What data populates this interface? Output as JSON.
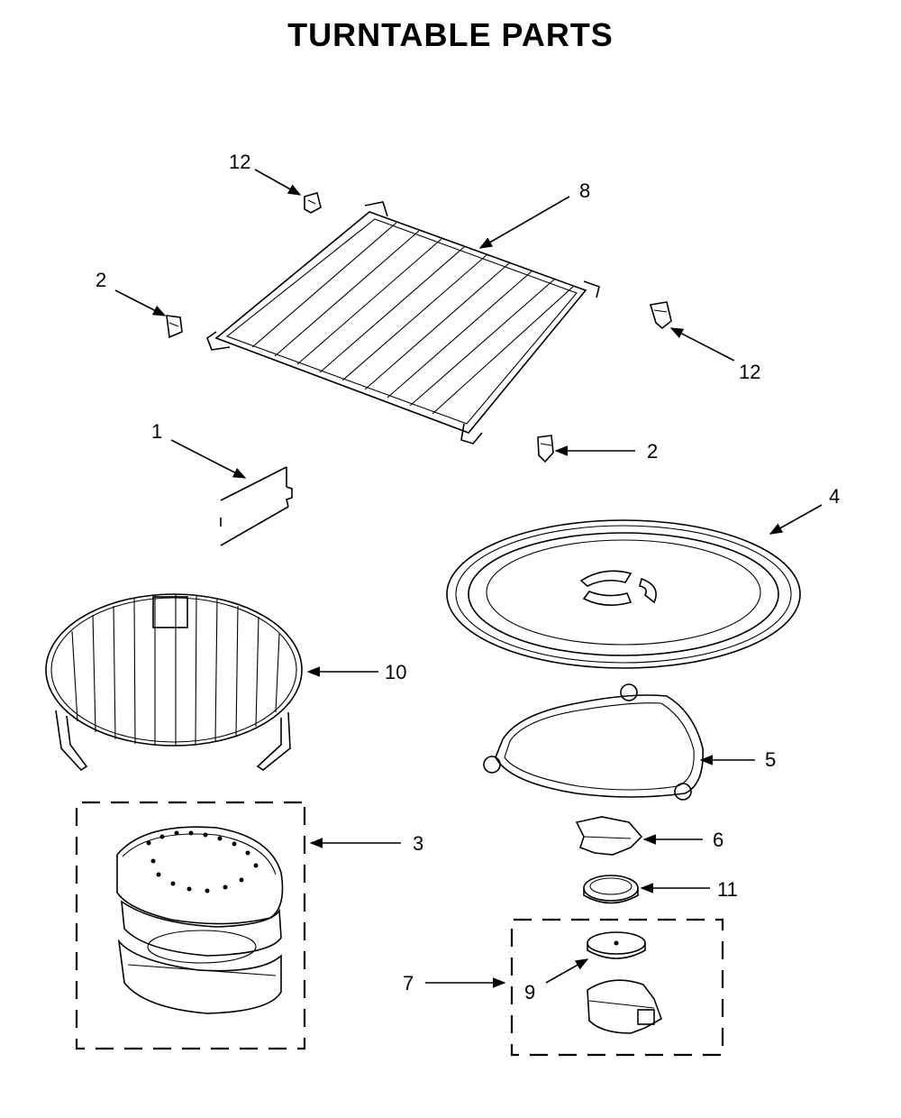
{
  "title": "TURNTABLE PARTS",
  "callouts": {
    "c12a": "12",
    "c8": "8",
    "c2a": "2",
    "c12b": "12",
    "c1": "1",
    "c2b": "2",
    "c4": "4",
    "c10": "10",
    "c5": "5",
    "c3": "3",
    "c6": "6",
    "c11": "11",
    "c7": "7",
    "c9": "9"
  }
}
